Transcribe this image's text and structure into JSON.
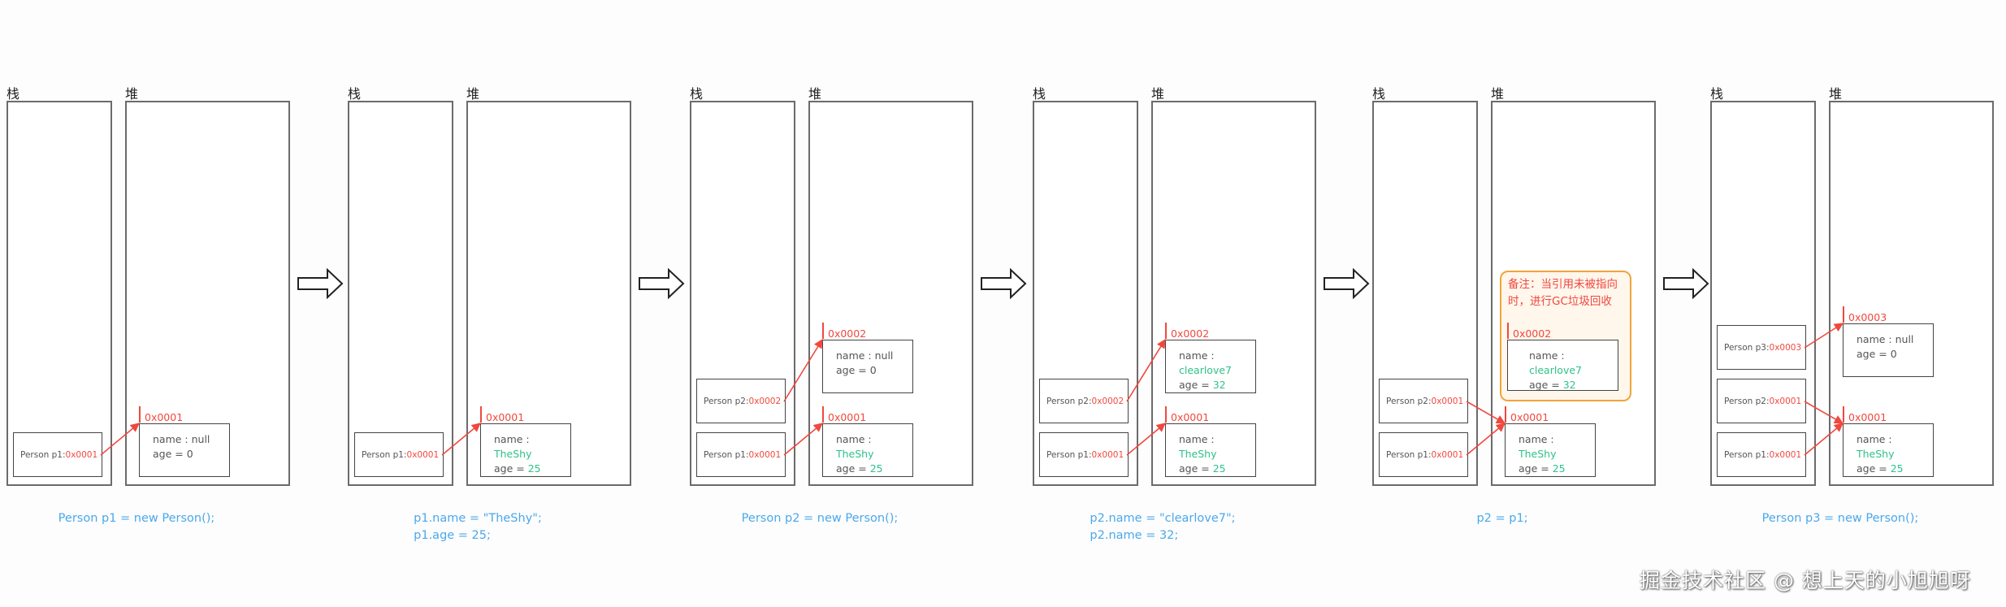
{
  "panels": [
    {
      "stack_label": "栈",
      "heap_label": "堆",
      "stack": [
        {
          "label": "Person p1: ",
          "addr": "0x0001"
        }
      ],
      "heap": [
        {
          "addr": "0x0001",
          "name_label": "name : ",
          "name": "null",
          "age_label": "age = ",
          "age": "0",
          "assigned": false
        }
      ],
      "caption": [
        "Person p1 = new Person();"
      ]
    },
    {
      "stack_label": "栈",
      "heap_label": "堆",
      "stack": [
        {
          "label": "Person p1: ",
          "addr": "0x0001"
        }
      ],
      "heap": [
        {
          "addr": "0x0001",
          "name_label": "name : ",
          "name": "TheShy",
          "age_label": "age = ",
          "age": "25",
          "assigned": true
        }
      ],
      "caption": [
        "p1.name = \"TheShy\";",
        "p1.age = 25;"
      ]
    },
    {
      "stack_label": "栈",
      "heap_label": "堆",
      "stack": [
        {
          "label": "Person p1: ",
          "addr": "0x0001"
        },
        {
          "label": "Person p2: ",
          "addr": "0x0002"
        }
      ],
      "heap": [
        {
          "addr": "0x0001",
          "name_label": "name : ",
          "name": "TheShy",
          "age_label": "age = ",
          "age": "25",
          "assigned": true
        },
        {
          "addr": "0x0002",
          "name_label": "name : ",
          "name": "null",
          "age_label": "age = ",
          "age": "0",
          "assigned": false
        }
      ],
      "caption": [
        "Person p2 = new Person();"
      ]
    },
    {
      "stack_label": "栈",
      "heap_label": "堆",
      "stack": [
        {
          "label": "Person p1: ",
          "addr": "0x0001"
        },
        {
          "label": "Person p2: ",
          "addr": "0x0002"
        }
      ],
      "heap": [
        {
          "addr": "0x0001",
          "name_label": "name : ",
          "name": "TheShy",
          "age_label": "age = ",
          "age": "25",
          "assigned": true
        },
        {
          "addr": "0x0002",
          "name_label": "name : ",
          "name": "clearlove7",
          "age_label": "age = ",
          "age": "32",
          "assigned": true
        }
      ],
      "caption": [
        "p2.name = \"clearlove7\";",
        "p2.name = 32;"
      ]
    },
    {
      "stack_label": "栈",
      "heap_label": "堆",
      "stack": [
        {
          "label": "Person p1: ",
          "addr": "0x0001"
        },
        {
          "label": "Person p2: ",
          "addr": "0x0001"
        }
      ],
      "heap": [
        {
          "addr": "0x0001",
          "name_label": "name : ",
          "name": "TheShy",
          "age_label": "age = ",
          "age": "25",
          "assigned": true
        },
        {
          "addr": "0x0002",
          "name_label": "name : ",
          "name": "clearlove7",
          "age_label": "age = ",
          "age": "32",
          "assigned": true
        }
      ],
      "note": "备注：当引用未被指向时，进行GC垃圾回收",
      "caption": [
        "p2 = p1;"
      ]
    },
    {
      "stack_label": "栈",
      "heap_label": "堆",
      "stack": [
        {
          "label": "Person p1: ",
          "addr": "0x0001"
        },
        {
          "label": "Person p2: ",
          "addr": "0x0001"
        },
        {
          "label": "Person p3: ",
          "addr": "0x0003"
        }
      ],
      "heap": [
        {
          "addr": "0x0001",
          "name_label": "name : ",
          "name": "TheShy",
          "age_label": "age = ",
          "age": "25",
          "assigned": true
        },
        {
          "addr": "0x0003",
          "name_label": "name : ",
          "name": "null",
          "age_label": "age = ",
          "age": "0",
          "assigned": false
        }
      ],
      "caption": [
        "Person p3 = new Person();"
      ]
    }
  ],
  "colors": {
    "pointer": "#f0483e",
    "assigned_value": "#2fc28a",
    "caption": "#4aa8ec",
    "note_border": "#f0a53a"
  },
  "transition_icon": "hollow-right-arrow-icon",
  "watermark": "掘金技术社区 @ 想上天的小旭旭呀"
}
